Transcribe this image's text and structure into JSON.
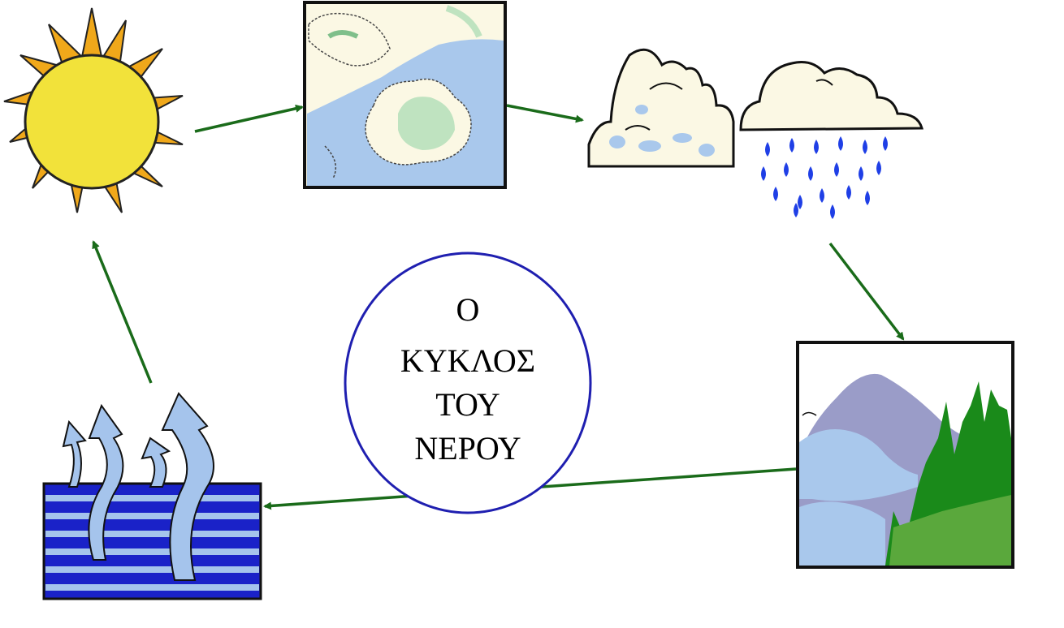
{
  "title_lines": [
    "Ο",
    "ΚΥΚΛΟΣ",
    "ΤΟΥ",
    "ΝΕΡΟΥ"
  ],
  "colors": {
    "arrow": "#1a6b1a",
    "circle": "#1f1fb0",
    "sun": "#f2e23a",
    "sun_rays": "#f0a81a",
    "sky": "#a9c8ec",
    "cloud_fill": "#fbf8e4",
    "cloud_green": "#bfe3c0",
    "rain": "#1f3fe6",
    "water": "#1a22c8",
    "water_stripes": "#a5c4ec",
    "mountain": "#9a9cc8",
    "forest": "#1a8a1a",
    "grass": "#5aa83c"
  },
  "nodes": [
    {
      "id": "sun",
      "icon": "sun-icon"
    },
    {
      "id": "evaporation",
      "icon": "evaporation-panel-icon"
    },
    {
      "id": "clouds",
      "icon": "cumulus-clouds-icon"
    },
    {
      "id": "rain",
      "icon": "rain-cloud-icon"
    },
    {
      "id": "landscape",
      "icon": "mountain-landscape-icon"
    },
    {
      "id": "water",
      "icon": "rising-vapor-water-icon"
    }
  ]
}
